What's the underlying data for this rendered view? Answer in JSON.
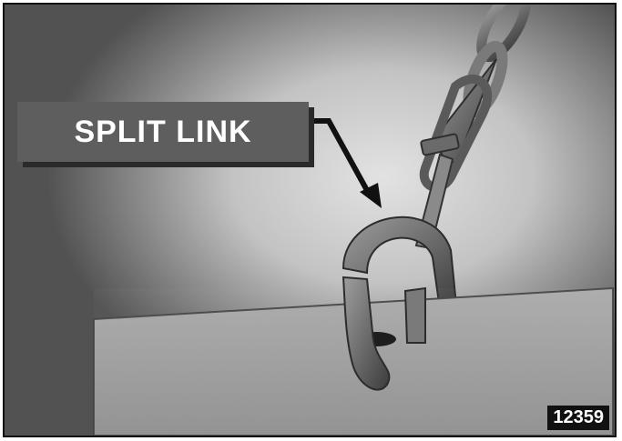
{
  "illustration": {
    "callout_label": "SPLIT LINK",
    "figure_number": "12359",
    "subject": "split-link-on-chain"
  }
}
